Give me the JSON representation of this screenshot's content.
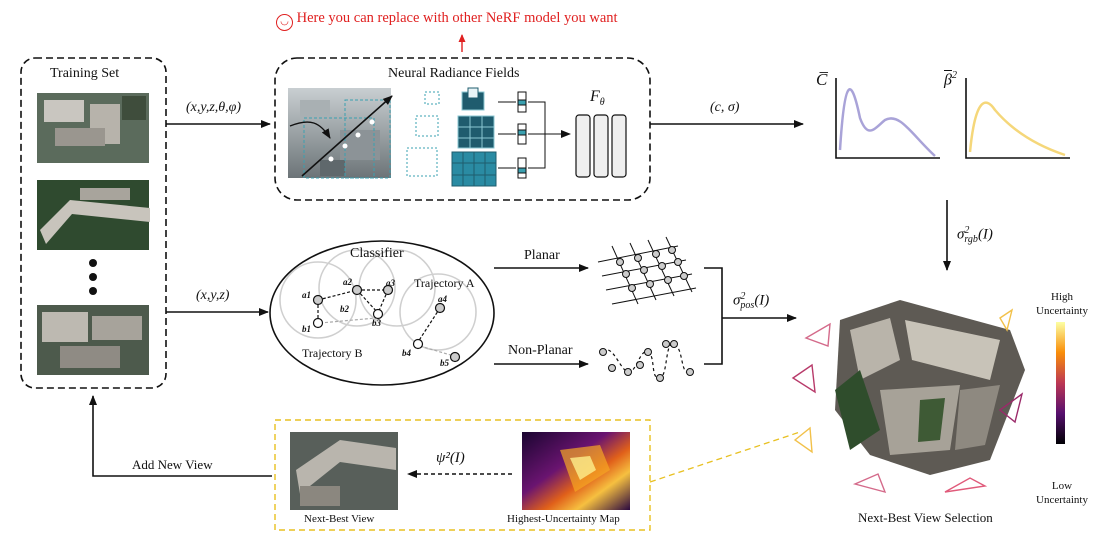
{
  "note": {
    "icon": "smiley-icon",
    "text": "Here you can replace with other NeRF model you want",
    "color": "#e02020"
  },
  "training_set": {
    "title": "Training Set",
    "frames": [
      "aerial-photo-1",
      "aerial-photo-2",
      "aerial-photo-3"
    ]
  },
  "nerf": {
    "title": "Neural Radiance Fields",
    "network_label": "F",
    "network_subscript": "θ"
  },
  "arrows": {
    "input_5d": "(x,y,z,θ,φ)",
    "output": "(c, σ)",
    "input_3d": "(x,y,z)",
    "rgb_uncertainty_main": "σ",
    "rgb_uncertainty_sup": "2",
    "rgb_uncertainty_sub": "rgb",
    "rgb_uncertainty_arg": "(I)",
    "pos_uncertainty_main": "σ",
    "pos_uncertainty_sup": "2",
    "pos_uncertainty_sub": "pos",
    "pos_uncertainty_arg": "(I)",
    "psi": "ψ²(I)",
    "add_new_view": "Add New View"
  },
  "plots": {
    "color_label": "C̅",
    "beta_label": "β",
    "beta_sup": "2",
    "color_curve": "#a9a3d8",
    "beta_curve": "#f5d77a"
  },
  "classifier": {
    "title": "Classifier",
    "trajectory_a": "Trajectory A",
    "trajectory_b": "Trajectory B",
    "nodes_a": [
      "a1",
      "a2",
      "a3",
      "a4"
    ],
    "nodes_b": [
      "b1",
      "b2",
      "b3",
      "b4",
      "b5"
    ]
  },
  "branches": {
    "planar": "Planar",
    "non_planar": "Non-Planar"
  },
  "selection": {
    "title": "Next-Best View Selection",
    "scale_high": "High\nUncertainty",
    "scale_low": "Low\nUncertainty"
  },
  "bottom": {
    "next_best_view": "Next-Best View",
    "uncertainty_map": "Highest-Uncertainty Map",
    "frame_color": "#e8c020"
  }
}
